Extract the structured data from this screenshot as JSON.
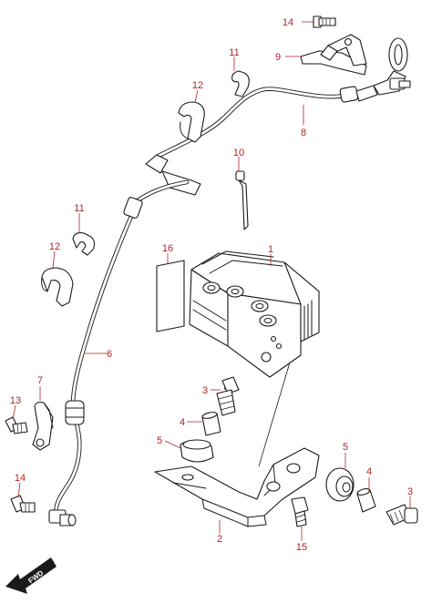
{
  "diagram": {
    "callouts": [
      {
        "id": "c1",
        "label": "1"
      },
      {
        "id": "c2",
        "label": "2"
      },
      {
        "id": "c3a",
        "label": "3"
      },
      {
        "id": "c3b",
        "label": "3"
      },
      {
        "id": "c4a",
        "label": "4"
      },
      {
        "id": "c4b",
        "label": "4"
      },
      {
        "id": "c5a",
        "label": "5"
      },
      {
        "id": "c5b",
        "label": "5"
      },
      {
        "id": "c6",
        "label": "6"
      },
      {
        "id": "c7",
        "label": "7"
      },
      {
        "id": "c8",
        "label": "8"
      },
      {
        "id": "c9",
        "label": "9"
      },
      {
        "id": "c10",
        "label": "10"
      },
      {
        "id": "c11a",
        "label": "11"
      },
      {
        "id": "c11b",
        "label": "11"
      },
      {
        "id": "c12a",
        "label": "12"
      },
      {
        "id": "c12b",
        "label": "12"
      },
      {
        "id": "c13",
        "label": "13"
      },
      {
        "id": "c14a",
        "label": "14"
      },
      {
        "id": "c14b",
        "label": "14"
      },
      {
        "id": "c15",
        "label": "15"
      },
      {
        "id": "c16",
        "label": "16"
      }
    ],
    "fwd_label": "FWD",
    "colors": {
      "callout": "#b22222",
      "line": "#1a1a1a",
      "background": "#ffffff"
    }
  }
}
